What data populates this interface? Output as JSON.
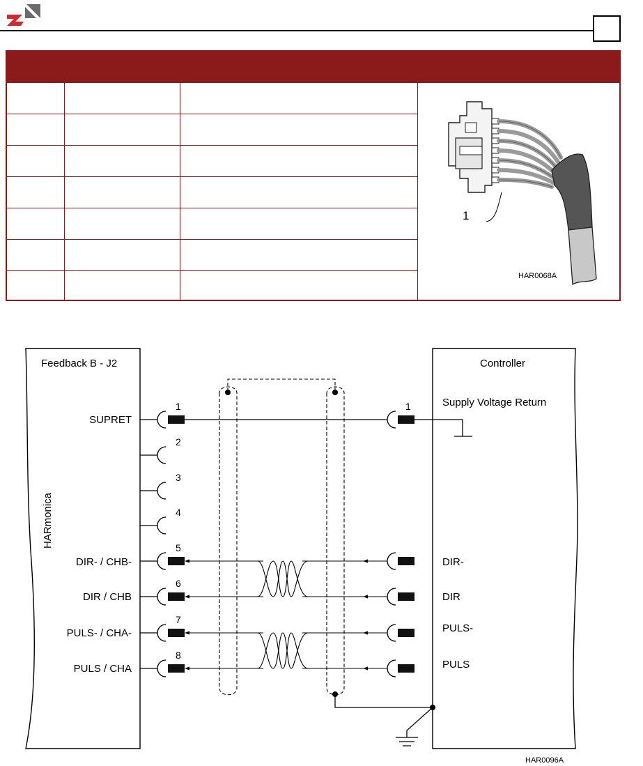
{
  "photo_figure": {
    "callout": "1",
    "figure_code": "HAR0068A"
  },
  "wiring_diagram": {
    "left_title": "Feedback B - J2",
    "left_side_label": "HARmonica",
    "right_title": "Controller",
    "left_signals": [
      "SUPRET",
      "",
      "",
      "",
      "DIR- / CHB-",
      "DIR / CHB",
      "PULS- / CHA-",
      "PULS / CHA"
    ],
    "left_pins": [
      "1",
      "2",
      "3",
      "4",
      "5",
      "6",
      "7",
      "8"
    ],
    "right_pin": "1",
    "right_signals": [
      "Supply Voltage Return",
      "DIR-",
      "DIR",
      "PULS-",
      "PULS"
    ],
    "figure_code": "HAR0096A"
  },
  "colors": {
    "brand_red": "#8b1a1a",
    "logo_red": "#d7262e",
    "logo_grey": "#6b6b6b"
  }
}
